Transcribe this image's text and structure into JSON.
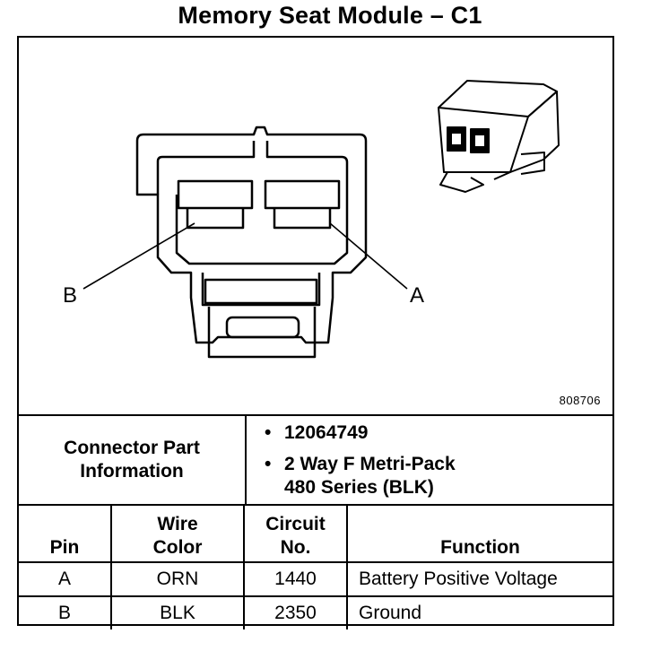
{
  "title": "Memory Seat Module – C1",
  "figure_number": "808706",
  "callouts": {
    "pin_b": "B",
    "pin_a": "A"
  },
  "connector_info": {
    "label_line1": "Connector Part",
    "label_line2": "Information",
    "items": [
      {
        "line1": "12064749",
        "line2": ""
      },
      {
        "line1": "2 Way F Metri-Pack",
        "line2": "480 Series (BLK)"
      }
    ]
  },
  "pin_table": {
    "headers": {
      "pin": "Pin",
      "wire_color_1": "Wire",
      "wire_color_2": "Color",
      "circuit_1": "Circuit",
      "circuit_2": "No.",
      "function": "Function"
    },
    "rows": [
      {
        "pin": "A",
        "wire_color": "ORN",
        "circuit": "1440",
        "function": "Battery Positive Voltage"
      },
      {
        "pin": "B",
        "wire_color": "BLK",
        "circuit": "2350",
        "function": "Ground"
      }
    ]
  }
}
